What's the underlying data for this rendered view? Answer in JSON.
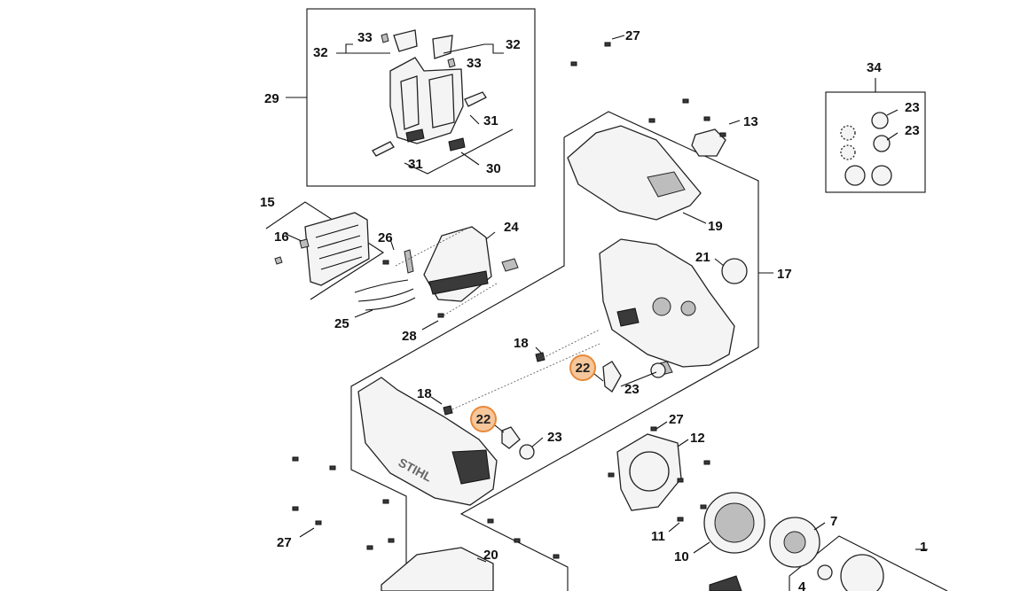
{
  "part_numbers": {
    "p1": "1",
    "p4": "4",
    "p7": "7",
    "p10": "10",
    "p11": "11",
    "p12": "12",
    "p13": "13",
    "p15": "15",
    "p16": "16",
    "p17": "17",
    "p18": "18",
    "p19": "19",
    "p20": "20",
    "p21": "21",
    "p22": "22",
    "p23": "23",
    "p24": "24",
    "p25": "25",
    "p26": "26",
    "p27": "27",
    "p28": "28",
    "p29": "29",
    "p30": "30",
    "p31": "31",
    "p32": "32",
    "p33": "33",
    "p34": "34"
  },
  "housing_logo_text": "STIHL",
  "highlight_color": "#e8893a"
}
